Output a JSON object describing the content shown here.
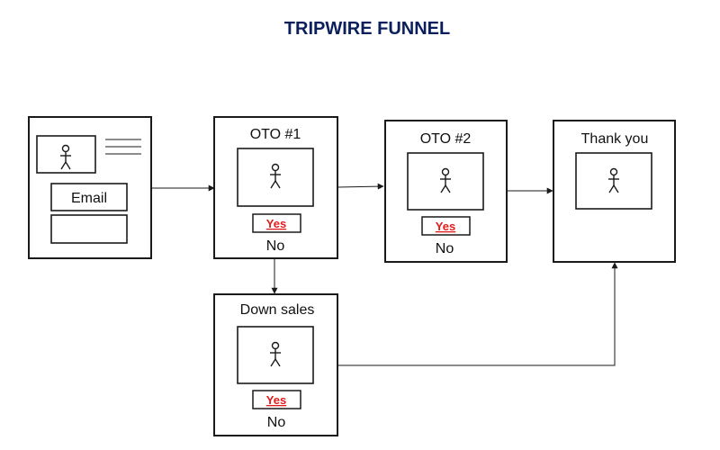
{
  "title": "TRIPWIRE FUNNEL",
  "colors": {
    "title": "#0b1f5c",
    "yes": "#e01b1b",
    "line": "#1a1a1a"
  },
  "pages": {
    "optin": {
      "email_label": "Email"
    },
    "oto1": {
      "title": "OTO #1",
      "yes": "Yes",
      "no": "No"
    },
    "oto2": {
      "title": "OTO #2",
      "yes": "Yes",
      "no": "No"
    },
    "thankyou": {
      "title": "Thank you"
    },
    "downsales": {
      "title": "Down sales",
      "yes": "Yes",
      "no": "No"
    }
  },
  "connections": [
    {
      "from": "optin",
      "to": "oto1"
    },
    {
      "from": "oto1",
      "to": "oto2"
    },
    {
      "from": "oto2",
      "to": "thankyou"
    },
    {
      "from": "oto1",
      "to": "downsales"
    },
    {
      "from": "downsales",
      "to": "thankyou"
    }
  ]
}
